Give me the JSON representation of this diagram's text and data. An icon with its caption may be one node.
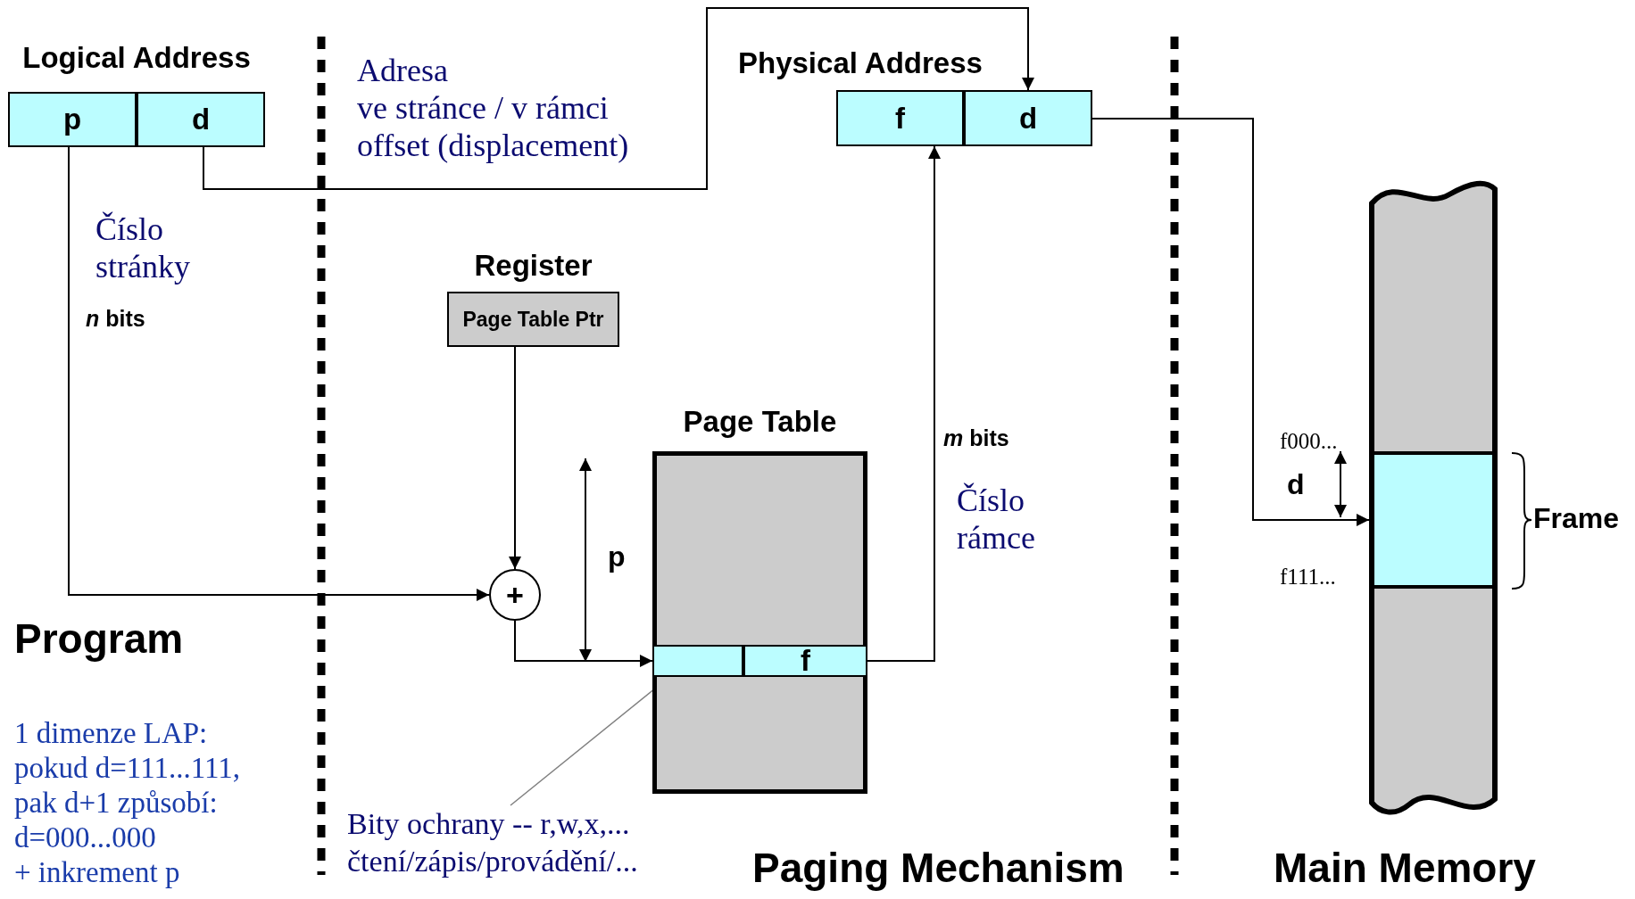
{
  "diagram": {
    "nodes": [
      {
        "text": [
          "Logical Address"
        ]
      },
      {
        "text": [
          "p"
        ],
        "in": 0
      },
      {
        "text": [
          "d"
        ],
        "in": 0
      },
      {
        "text": [
          "Physical Address"
        ]
      },
      {
        "text": [
          "f"
        ],
        "in": 3
      },
      {
        "text": [
          "d"
        ],
        "in": 3
      },
      {
        "text": [
          "Register",
          "Page Table Ptr"
        ]
      },
      {
        "text": [
          "+"
        ]
      },
      {
        "text": [
          "Page Table"
        ]
      },
      {
        "text": [],
        "shape": "box",
        "in": 8
      },
      {
        "text": [
          "f"
        ],
        "in": 8
      },
      {
        "text": [],
        "shape": "bar"
      },
      {
        "text": [],
        "shape": "box",
        "in": 11,
        "beside": [
          "Frame"
        ]
      },
      {
        "text": [
          "Bity ochrany -- r,w,x,... čtení/zápis/provádění/..."
        ]
      }
    ],
    "edges": [
      {
        "from": 1,
        "to": 7,
        "arrow": "to"
      },
      {
        "from": 2,
        "to": 5,
        "arrow": "to"
      },
      {
        "from": 6,
        "to": 7,
        "arrow": "to"
      },
      {
        "from": 7,
        "to": 9,
        "arrow": "to"
      },
      {
        "from": 10,
        "to": 4,
        "arrow": "to"
      },
      {
        "from": 5,
        "to": 12,
        "arrow": "to"
      },
      {
        "from": 13,
        "to": 9,
        "arrow": "none",
        "color": "#808080"
      }
    ],
    "labels": [
      "Adresa ve stránce / v rámci offset (displacement)",
      "Číslo stránky",
      "*n* bits",
      "p",
      "*m* bits",
      "Číslo rámce",
      "f000...",
      "d",
      "f111...",
      "Program",
      "1 dimenze LAP: pokud d=111...111, pak d+1 způsobí: d=000...000 + inkrement p",
      "Paging Mechanism",
      "Main Memory"
    ]
  }
}
